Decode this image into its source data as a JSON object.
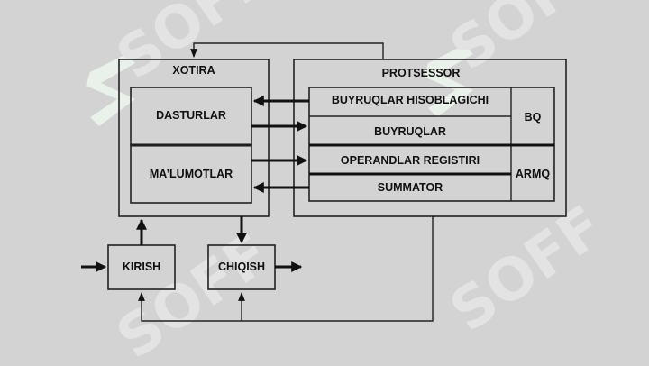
{
  "watermark": {
    "text": "SOFF"
  },
  "memory": {
    "title": "XOTIRA",
    "programs": "DASTURLAR",
    "data": "MA’LUMOTLAR"
  },
  "processor": {
    "title": "PROTSESSOR",
    "instruction_counter": "BUYRUQLAR HISOBLAGICHI",
    "instructions": "BUYRUQLAR",
    "operand_register": "OPERANDLAR REGISTIRI",
    "summator": "SUMMATOR",
    "control_unit": "BQ",
    "alu": "ARMQ"
  },
  "input": {
    "label": "KIRISH"
  },
  "output": {
    "label": "CHIQISH"
  },
  "colors": {
    "background": "#d3d3d3",
    "line": "#222222",
    "watermark": "#e3e3e3",
    "logo": "#eaf0ea"
  }
}
